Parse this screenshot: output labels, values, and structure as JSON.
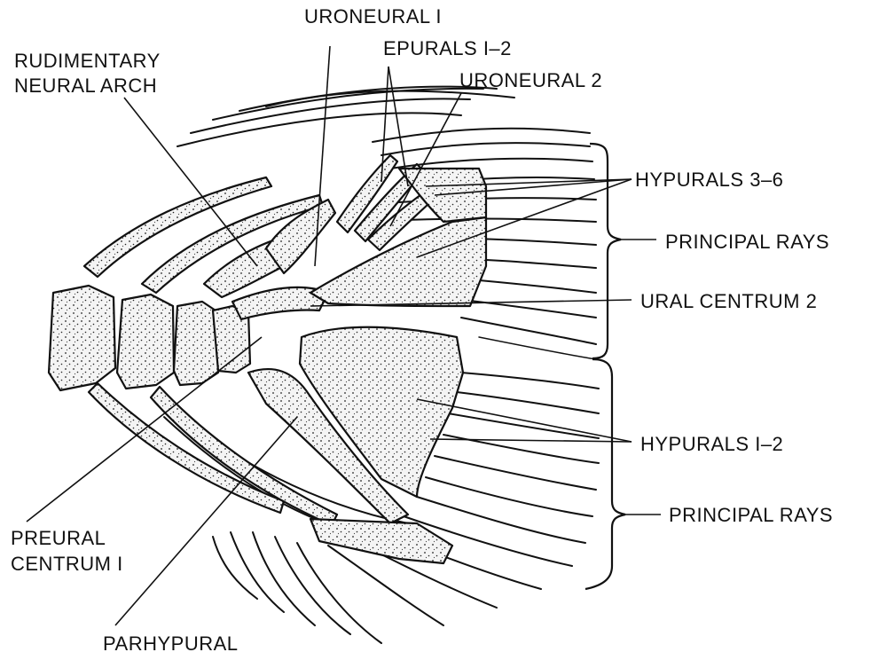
{
  "figure": {
    "labels": {
      "uroneural_1": "URONEURAL I",
      "epurals": "EPURALS I–2",
      "rudimentary_line1": "RUDIMENTARY",
      "rudimentary_line2": "NEURAL ARCH",
      "uroneural_2": "URONEURAL 2",
      "hypurals_3_6": "HYPURALS 3–6",
      "principal_rays_upper": "PRINCIPAL RAYS",
      "ural_centrum_2": "URAL CENTRUM 2",
      "hypurals_1_2": "HYPURALS I–2",
      "principal_rays_lower": "PRINCIPAL RAYS",
      "preural_line1": "PREURAL",
      "preural_line2": "CENTRUM I",
      "parhypural": "PARHYPURAL"
    }
  }
}
